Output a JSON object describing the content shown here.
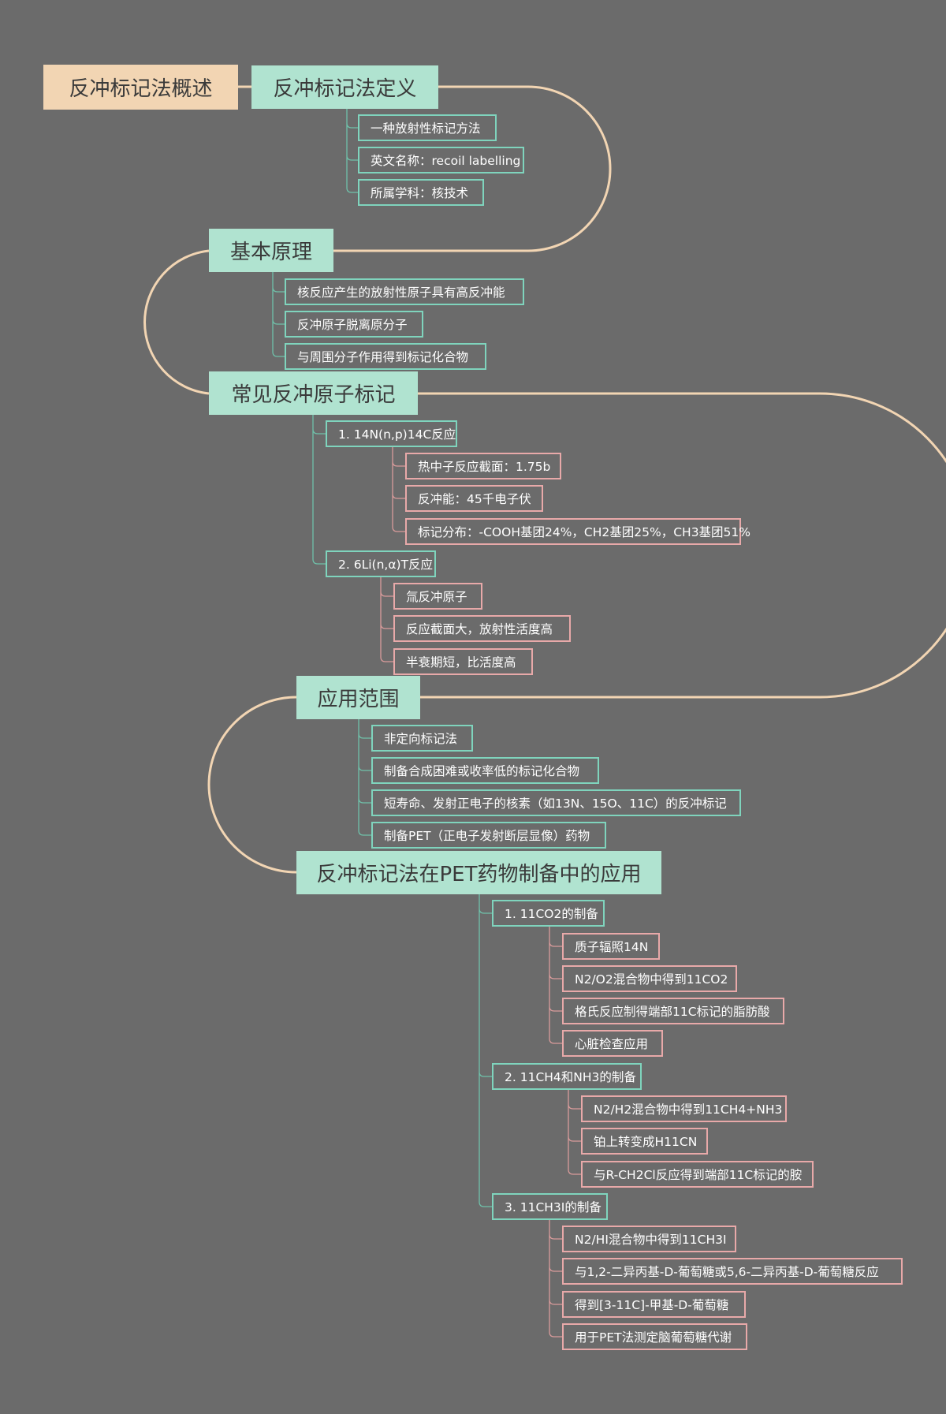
{
  "root": {
    "label": "反冲标记法概述"
  },
  "sections": [
    {
      "title": "反冲标记法定义",
      "items": [
        "一种放射性标记方法",
        "英文名称：recoil labelling",
        "所属学科：核技术"
      ]
    },
    {
      "title": "基本原理",
      "items": [
        "核反应产生的放射性原子具有高反冲能",
        "反冲原子脱离原分子",
        "与周围分子作用得到标记化合物"
      ]
    },
    {
      "title": "常见反冲原子标记",
      "groups": [
        {
          "label": "1. 14N(n,p)14C反应",
          "items": [
            "热中子反应截面：1.75b",
            "反冲能：45千电子伏",
            "标记分布：-COOH基团24%，CH2基团25%，CH3基团51%"
          ]
        },
        {
          "label": "2. 6Li(n,α)T反应",
          "items": [
            "氚反冲原子",
            "反应截面大，放射性活度高",
            "半衰期短，比活度高"
          ]
        }
      ]
    },
    {
      "title": "应用范围",
      "items": [
        "非定向标记法",
        "制备合成困难或收率低的标记化合物",
        "短寿命、发射正电子的核素（如13N、15O、11C）的反冲标记",
        "制备PET（正电子发射断层显像）药物"
      ]
    },
    {
      "title": "反冲标记法在PET药物制备中的应用",
      "groups": [
        {
          "label": "1. 11CO2的制备",
          "items": [
            "质子辐照14N",
            "N2/O2混合物中得到11CO2",
            "格氏反应制得端部11C标记的脂肪酸",
            "心脏检查应用"
          ]
        },
        {
          "label": "2. 11CH4和NH3的制备",
          "items": [
            "N2/H2混合物中得到11CH4+NH3",
            "铂上转变成H11CN",
            "与R-CH2Cl反应得到端部11C标记的胺"
          ]
        },
        {
          "label": "3. 11CH3I的制备",
          "items": [
            "N2/HI混合物中得到11CH3I",
            "与1,2-二异丙基-D-葡萄糖或5,6-二异丙基-D-葡萄糖反应",
            "得到[3-11C]-甲基-D-葡萄糖",
            "用于PET法测定脑葡萄糖代谢"
          ]
        }
      ]
    }
  ],
  "colors": {
    "background": "#6b6b6b",
    "root_fill": "#f2d5b3",
    "main_fill": "#b0e3d0",
    "spine": "#f2d5b3",
    "teal_border": "#7fd4bd",
    "pink_border": "#e8a9a9"
  }
}
